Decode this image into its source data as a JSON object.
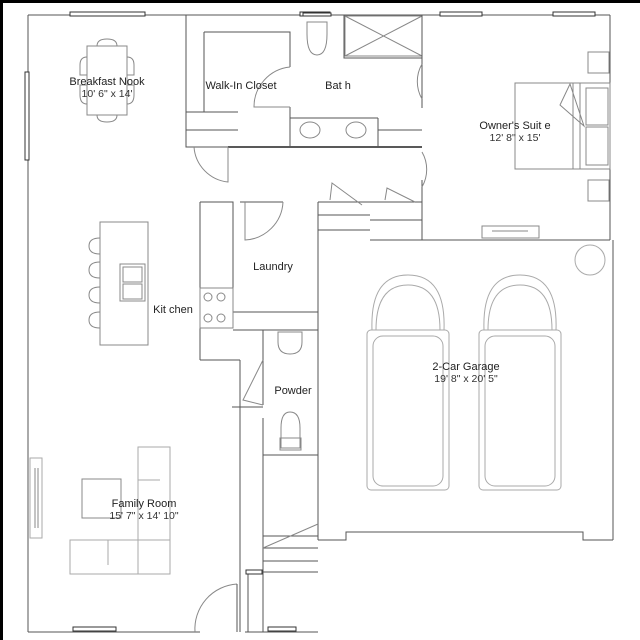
{
  "diagram": {
    "type": "floor-plan",
    "rooms": [
      {
        "id": "breakfast-nook",
        "name": "Breakfast Nook",
        "dimensions": "10' 6\" x 14'"
      },
      {
        "id": "walk-in-closet",
        "name": "Walk-In Closet",
        "dimensions": ""
      },
      {
        "id": "bath",
        "name": "Bat h",
        "dimensions": ""
      },
      {
        "id": "owners-suite",
        "name": "Owner's Suit e",
        "dimensions": "12' 8\" x 15'"
      },
      {
        "id": "kitchen",
        "name": "Kit chen",
        "dimensions": ""
      },
      {
        "id": "laundry",
        "name": "Laundry",
        "dimensions": ""
      },
      {
        "id": "powder",
        "name": "Powder",
        "dimensions": ""
      },
      {
        "id": "garage",
        "name": "2-Car Garage",
        "dimensions": "19' 8\" x 20' 5\""
      },
      {
        "id": "family-room",
        "name": "Family Room",
        "dimensions": "15' 7\" x 14' 10\""
      }
    ],
    "colors": {
      "background": "#ffffff",
      "frame": "#000000",
      "walls": "#555555",
      "furniture": "#888888"
    }
  }
}
